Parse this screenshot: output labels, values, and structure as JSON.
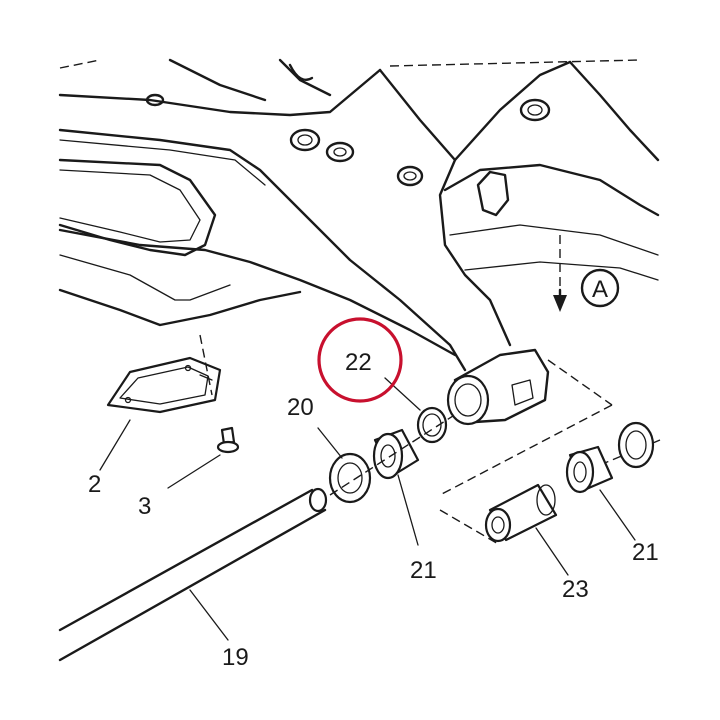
{
  "callouts": {
    "p2": "2",
    "p3": "3",
    "p19": "19",
    "p20": "20",
    "p21a": "21",
    "p21b": "21",
    "p22": "22",
    "p23": "23",
    "view_a": "A"
  },
  "colors": {
    "line": "#1a1a1a",
    "highlight": "#c8102e",
    "background": "#ffffff"
  }
}
